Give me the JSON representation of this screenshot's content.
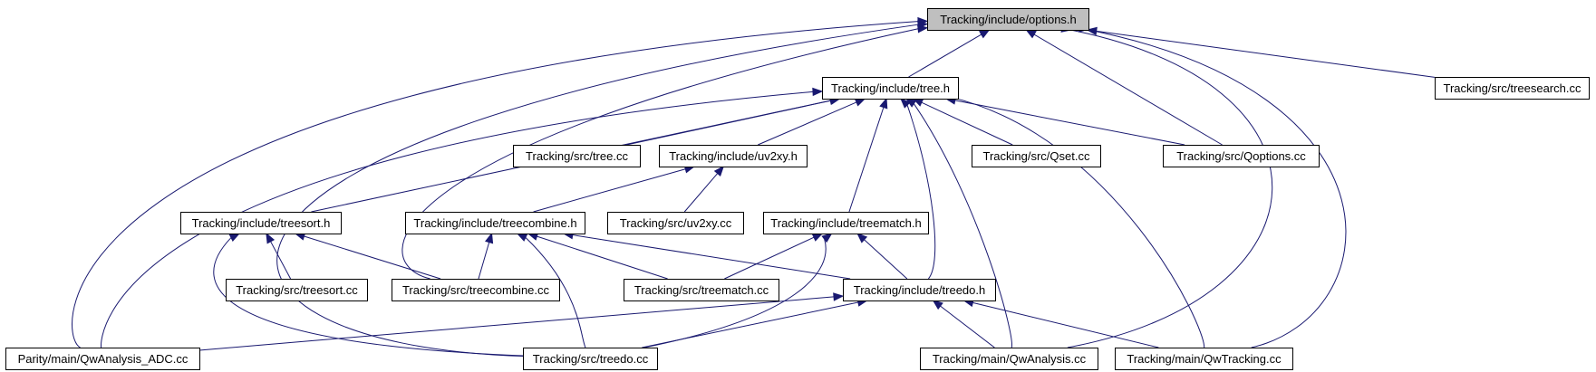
{
  "diagram": {
    "type": "include-dependency-graph",
    "colors": {
      "edge": "#191970",
      "node_border": "#000000",
      "node_fill": "#ffffff",
      "root_fill": "#bfbfbf",
      "text": "#000000"
    },
    "nodes": [
      {
        "id": "options_h",
        "label": "Tracking/include/options.h",
        "root": true
      },
      {
        "id": "tree_h",
        "label": "Tracking/include/tree.h"
      },
      {
        "id": "treesearch_cc",
        "label": "Tracking/src/treesearch.cc"
      },
      {
        "id": "tree_cc",
        "label": "Tracking/src/tree.cc"
      },
      {
        "id": "uv2xy_h",
        "label": "Tracking/include/uv2xy.h"
      },
      {
        "id": "qset_cc",
        "label": "Tracking/src/Qset.cc"
      },
      {
        "id": "qoptions_cc",
        "label": "Tracking/src/Qoptions.cc"
      },
      {
        "id": "treesort_h",
        "label": "Tracking/include/treesort.h"
      },
      {
        "id": "treecombine_h",
        "label": "Tracking/include/treecombine.h"
      },
      {
        "id": "uv2xy_cc",
        "label": "Tracking/src/uv2xy.cc"
      },
      {
        "id": "treematch_h",
        "label": "Tracking/include/treematch.h"
      },
      {
        "id": "treesort_cc",
        "label": "Tracking/src/treesort.cc"
      },
      {
        "id": "treecombine_cc",
        "label": "Tracking/src/treecombine.cc"
      },
      {
        "id": "treematch_cc",
        "label": "Tracking/src/treematch.cc"
      },
      {
        "id": "treedo_h",
        "label": "Tracking/include/treedo.h"
      },
      {
        "id": "qwanalysis_adc_cc",
        "label": "Parity/main/QwAnalysis_ADC.cc"
      },
      {
        "id": "treedo_cc",
        "label": "Tracking/src/treedo.cc"
      },
      {
        "id": "qwanalysis_cc",
        "label": "Tracking/main/QwAnalysis.cc"
      },
      {
        "id": "qwtracking_cc",
        "label": "Tracking/main/QwTracking.cc"
      }
    ],
    "edges": [
      {
        "from": "tree_h",
        "to": "options_h"
      },
      {
        "from": "treesearch_cc",
        "to": "options_h"
      },
      {
        "from": "qoptions_cc",
        "to": "options_h"
      },
      {
        "from": "treecombine_cc",
        "to": "options_h"
      },
      {
        "from": "qwanalysis_adc_cc",
        "to": "options_h"
      },
      {
        "from": "treedo_cc",
        "to": "options_h"
      },
      {
        "from": "qwanalysis_cc",
        "to": "options_h"
      },
      {
        "from": "qwtracking_cc",
        "to": "options_h"
      },
      {
        "from": "tree_cc",
        "to": "tree_h"
      },
      {
        "from": "uv2xy_h",
        "to": "tree_h"
      },
      {
        "from": "qset_cc",
        "to": "tree_h"
      },
      {
        "from": "qoptions_cc",
        "to": "tree_h"
      },
      {
        "from": "treesort_h",
        "to": "tree_h"
      },
      {
        "from": "treematch_h",
        "to": "tree_h"
      },
      {
        "from": "treedo_h",
        "to": "tree_h"
      },
      {
        "from": "qwanalysis_cc",
        "to": "tree_h"
      },
      {
        "from": "qwtracking_cc",
        "to": "tree_h"
      },
      {
        "from": "qwanalysis_adc_cc",
        "to": "tree_h"
      },
      {
        "from": "treecombine_h",
        "to": "uv2xy_h"
      },
      {
        "from": "uv2xy_cc",
        "to": "uv2xy_h"
      },
      {
        "from": "treesort_cc",
        "to": "treesort_h"
      },
      {
        "from": "treecombine_cc",
        "to": "treesort_h"
      },
      {
        "from": "treedo_cc",
        "to": "treesort_h"
      },
      {
        "from": "treecombine_cc",
        "to": "treecombine_h"
      },
      {
        "from": "treematch_cc",
        "to": "treecombine_h"
      },
      {
        "from": "treedo_h",
        "to": "treecombine_h"
      },
      {
        "from": "treedo_cc",
        "to": "treecombine_h"
      },
      {
        "from": "treematch_cc",
        "to": "treematch_h"
      },
      {
        "from": "treedo_h",
        "to": "treematch_h"
      },
      {
        "from": "treedo_cc",
        "to": "treematch_h"
      },
      {
        "from": "qwanalysis_adc_cc",
        "to": "treedo_h"
      },
      {
        "from": "treedo_cc",
        "to": "treedo_h"
      },
      {
        "from": "qwanalysis_cc",
        "to": "treedo_h"
      },
      {
        "from": "qwtracking_cc",
        "to": "treedo_h"
      }
    ]
  }
}
